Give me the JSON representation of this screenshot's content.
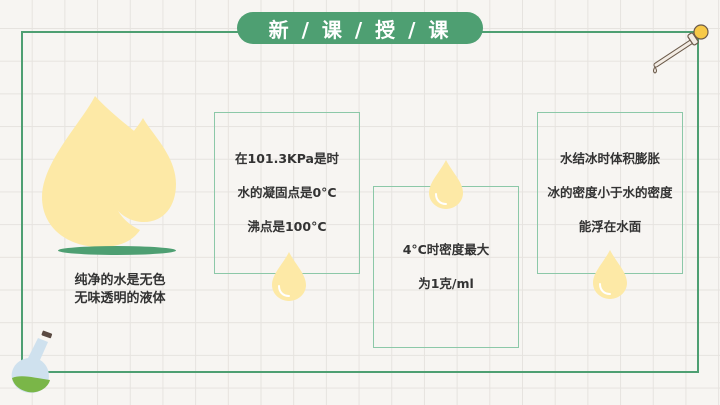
{
  "header": {
    "title": "新 / 课 / 授 / 课"
  },
  "left_panel": {
    "caption_lines": [
      "纯净的水是无色",
      "无味透明的液体"
    ]
  },
  "cards": [
    {
      "lines": [
        "在101.3KPa是时",
        "水的凝固点是0°C",
        "沸点是100°C"
      ]
    },
    {
      "lines": [
        "4°C时密度最大",
        "为1克/ml"
      ]
    },
    {
      "lines": [
        "水结冰时体积膨胀",
        "冰的密度小于水的密度",
        "能浮在水面"
      ]
    }
  ],
  "icons": {
    "top_right": "dropper-icon",
    "bottom_left": "flask-icon",
    "drops": "water-drop-icon"
  },
  "colors": {
    "accent_green": "#4e9f72",
    "card_border": "#8cc8a8",
    "drop_yellow": "#fde9a6",
    "background": "#f7f5f2",
    "text": "#333333"
  }
}
